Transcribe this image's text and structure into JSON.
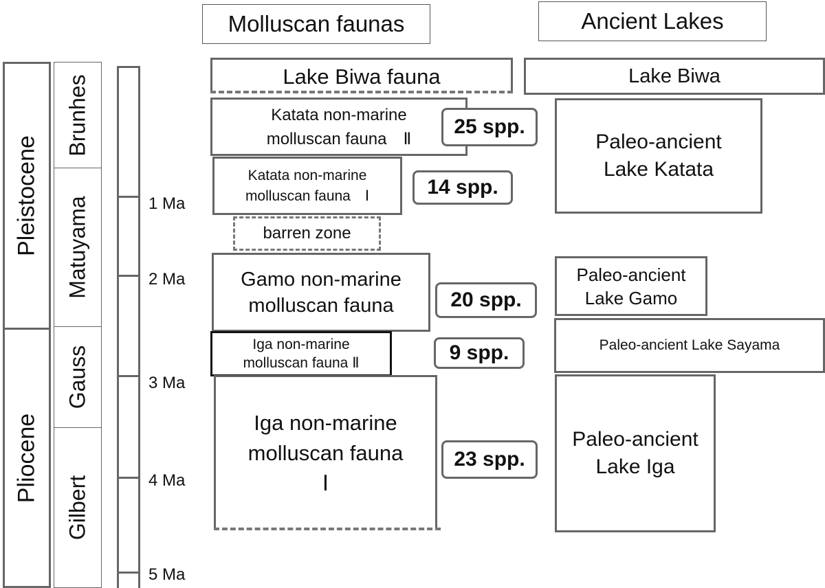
{
  "headers": {
    "molluscan": "Molluscan faunas",
    "lakes": "Ancient Lakes"
  },
  "epochs": {
    "pleistocene": "Pleistocene",
    "pliocene": "Pliocene"
  },
  "chrons": {
    "brunhes": "Brunhes",
    "matuyama": "Matuyama",
    "gauss": "Gauss",
    "gilbert": "Gilbert"
  },
  "ages": {
    "ma1": "1 Ma",
    "ma2": "2 Ma",
    "ma3": "3 Ma",
    "ma4": "4 Ma",
    "ma5": "5 Ma"
  },
  "faunas": {
    "biwa": "Lake Biwa fauna",
    "katata2": [
      "Katata non-marine",
      "molluscan fauna　Ⅱ"
    ],
    "katata1": [
      "Katata non-marine",
      "molluscan fauna　Ⅰ"
    ],
    "barren": "barren zone",
    "gamo": [
      "Gamo non-marine",
      "molluscan fauna"
    ],
    "iga2": [
      "Iga  non-marine",
      "molluscan fauna  Ⅱ"
    ],
    "iga1": [
      "Iga  non-marine",
      "molluscan fauna",
      "Ⅰ"
    ]
  },
  "species": {
    "katata2": "25 spp.",
    "katata1": "14 spp.",
    "gamo": "20 spp.",
    "iga2": "9 spp.",
    "iga1": "23 spp."
  },
  "lakes": {
    "biwa": "Lake Biwa",
    "katata": [
      "Paleo-ancient",
      "Lake Katata"
    ],
    "gamo": [
      "Paleo-ancient",
      "Lake Gamo"
    ],
    "sayama": "Paleo-ancient Lake Sayama",
    "iga": [
      "Paleo-ancient",
      "Lake Iga"
    ]
  }
}
